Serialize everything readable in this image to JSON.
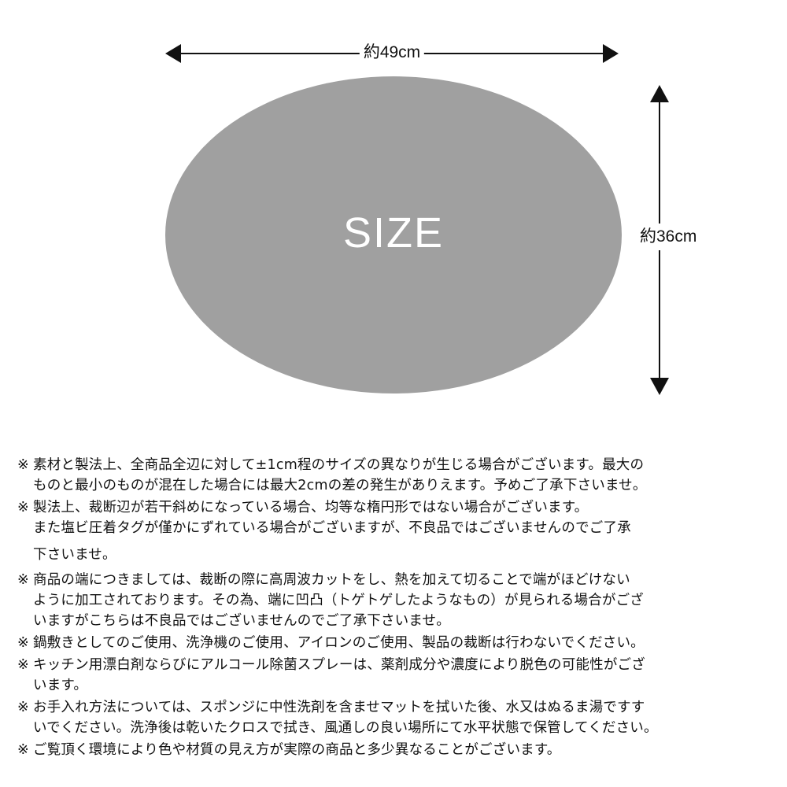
{
  "diagram": {
    "shape": "oval",
    "shape_color": "#a0a0a0",
    "center_label": "SIZE",
    "width_label": "約49cm",
    "height_label": "約36cm"
  },
  "notes": [
    {
      "mark": "※",
      "lines": [
        "素材と製法上、全商品全辺に対して±1cm程のサイズの異なりが生じる場合がございます。最大の",
        "ものと最小のものが混在した場合には最大2cmの差の発生がありえます。予めご了承下さいませ。"
      ]
    },
    {
      "mark": "※",
      "lines": [
        "製法上、裁断辺が若干斜めになっている場合、均等な楕円形ではない場合がございます。",
        "また塩ビ圧着タグが僅かにずれている場合がございますが、不良品ではございませんのでご了承",
        "下さいませ。"
      ]
    },
    {
      "mark": "※",
      "lines": [
        "商品の端につきましては、裁断の際に高周波カットをし、熱を加えて切ることで端がほどけない",
        "ように加工されております。その為、端に凹凸（トゲトゲしたようなもの）が見られる場合がござ",
        "いますがこちらは不良品ではございませんのでご了承下さいませ。"
      ]
    },
    {
      "mark": "※",
      "lines": [
        "鍋敷きとしてのご使用、洗浄機のご使用、アイロンのご使用、製品の裁断は行わないでください。"
      ]
    },
    {
      "mark": "※",
      "lines": [
        "キッチン用漂白剤ならびにアルコール除菌スプレーは、薬剤成分や濃度により脱色の可能性がござ",
        "います。"
      ]
    },
    {
      "mark": "※",
      "lines": [
        "お手入れ方法については、スポンジに中性洗剤を含ませマットを拭いた後、水又はぬるま湯ですす",
        "いでください。洗浄後は乾いたクロスで拭き、風通しの良い場所にて水平状態で保管してください。"
      ]
    },
    {
      "mark": "※",
      "lines": [
        "ご覧頂く環境により色や材質の見え方が実際の商品と多少異なることがございます。"
      ]
    }
  ]
}
